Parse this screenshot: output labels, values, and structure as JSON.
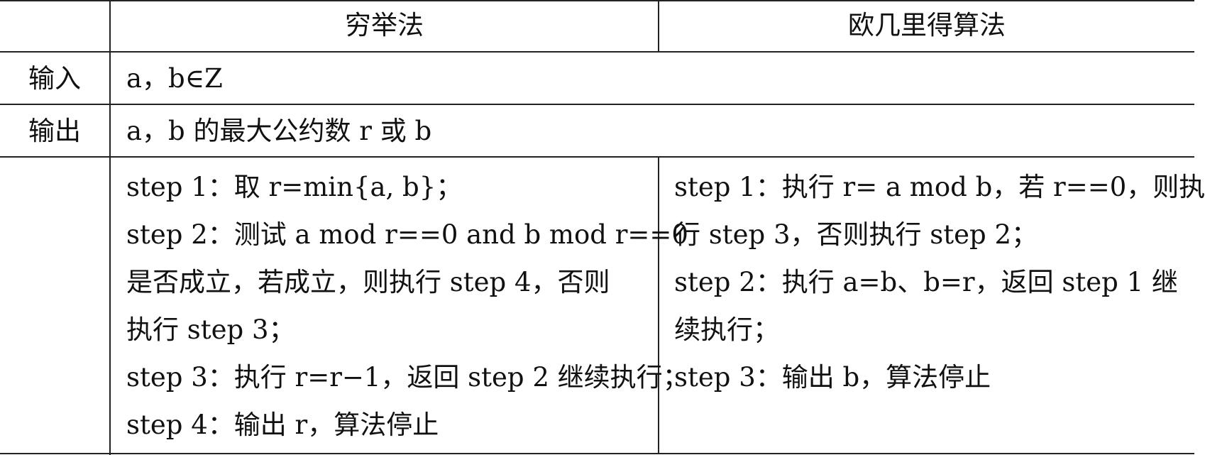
{
  "header": {
    "col1": "穷举法",
    "col2": "欧几里得算法"
  },
  "rows": {
    "input": {
      "label": "输入",
      "value": "a，b∈Z"
    },
    "output": {
      "label": "输出",
      "value": "a，b 的最大公约数 r 或 b"
    }
  },
  "exhaustive_steps": [
    {
      "lines": [
        "step 1：取 r=min{a, b}；"
      ]
    },
    {
      "lines": [
        "step 2：测试 a mod r==0 and b mod r==0",
        "是否成立，若成立，则执行 step 4，否则",
        "执行 step 3；"
      ]
    },
    {
      "lines": [
        "step 3：执行 r=r−1，返回 step 2 继续执行；"
      ]
    },
    {
      "lines": [
        "step 4：输出 r，算法停止"
      ]
    }
  ],
  "euclid_steps": [
    {
      "lines": [
        "step 1：执行 r= a mod b，若 r==0，则执",
        "行 step 3，否则执行 step 2；"
      ]
    },
    {
      "lines": [
        "step 2：执行 a=b、b=r，返回 step 1 继",
        "续执行；"
      ]
    },
    {
      "lines": [
        "step 3：输出 b，算法停止"
      ]
    }
  ]
}
